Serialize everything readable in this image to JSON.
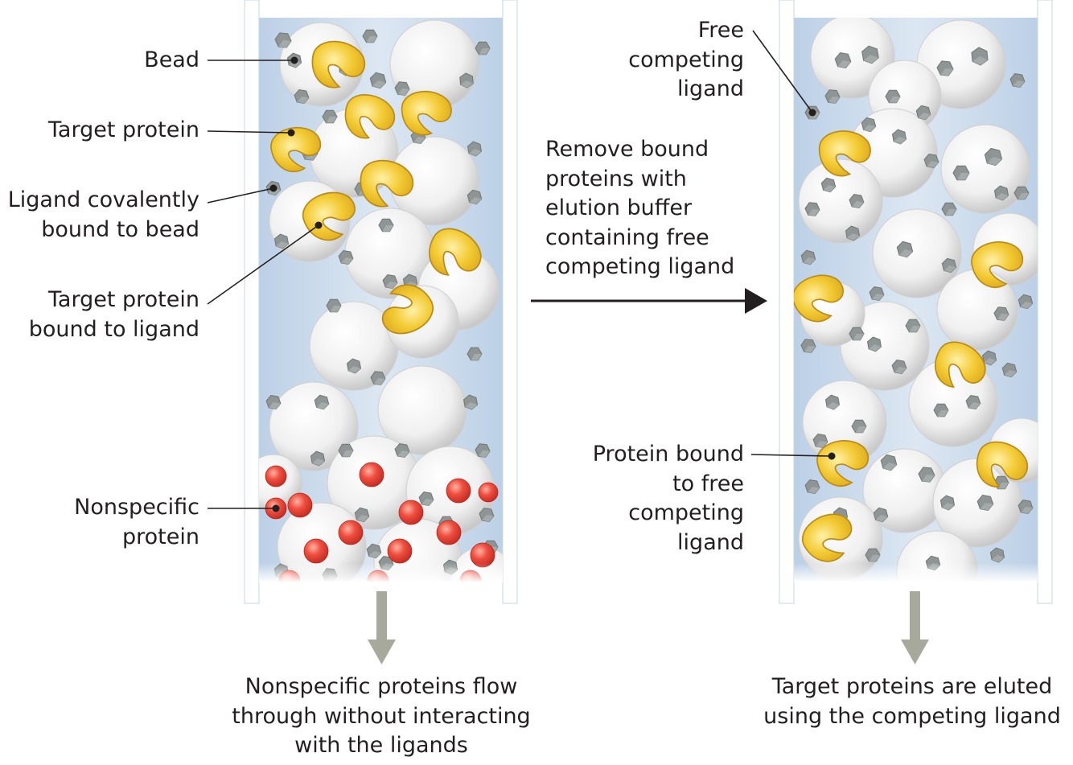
{
  "labels": {
    "bead": "Bead",
    "target_protein": "Target protein",
    "ligand_bound": "Ligand covalently\nbound to bead",
    "target_bound": "Target protein\nbound to ligand",
    "nonspecific": "Nonspecific\nprotein",
    "free_ligand": "Free\ncompeting\nligand",
    "protein_free": "Protein bound\nto free\ncompeting\nligand",
    "remove_step": "Remove bound\nproteins with\nelution buffer\ncontaining free\ncompeting ligand",
    "flow_caption": "Nonspecific proteins flow\nthrough without interacting\nwith the ligands",
    "elute_caption": "Target proteins are eluted\nusing the competing ligand"
  },
  "colors": {
    "bead": "#f2f2f2",
    "ligand": "#8e9594",
    "target_protein": "#f2c832",
    "nonspecific_protein": "#e8463a",
    "column_fill": "#c9d9ea",
    "down_arrow": "#a6a99c"
  }
}
